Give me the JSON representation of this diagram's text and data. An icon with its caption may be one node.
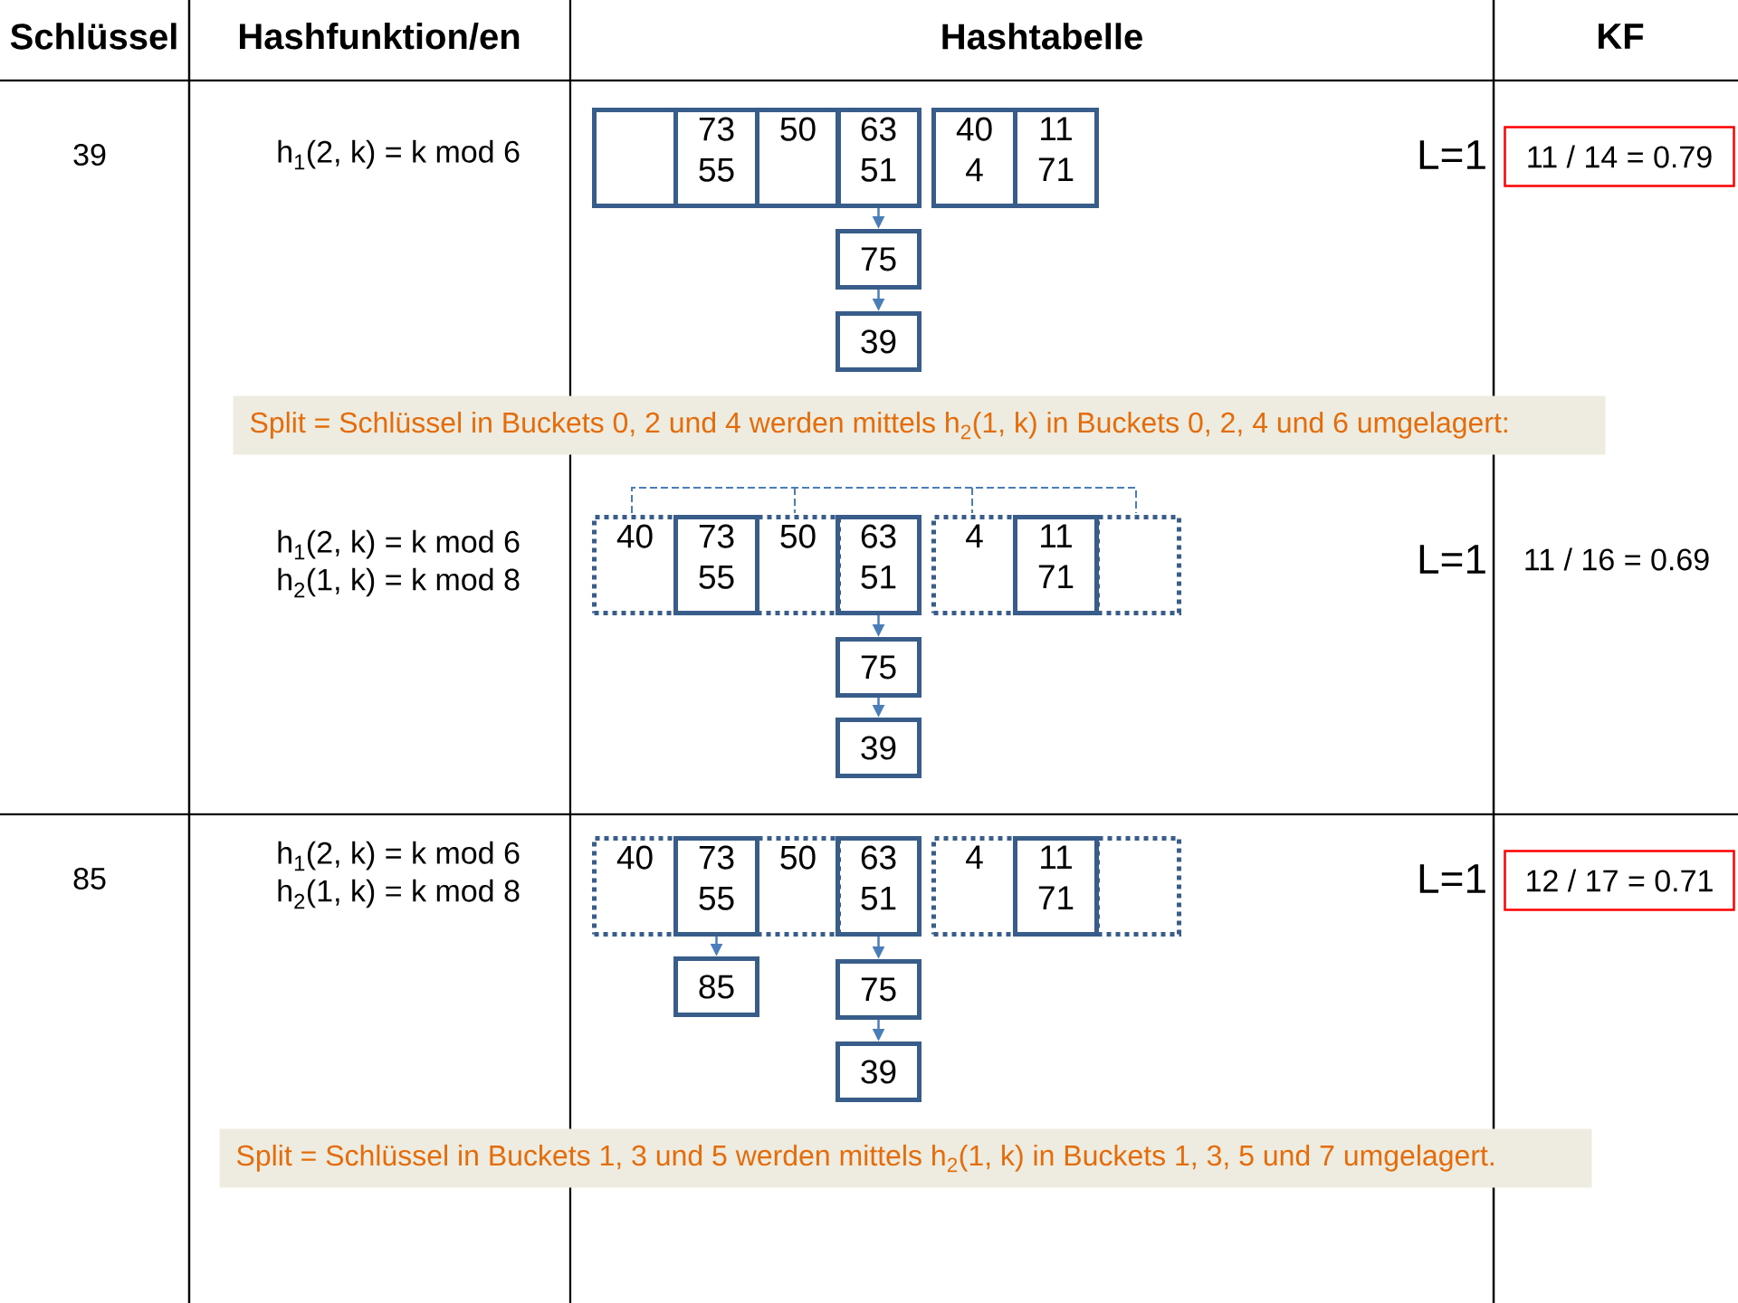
{
  "diagram": {
    "nodes": [
      {
        "text": [],
        "shape": "box"
      },
      {
        "text": [
          "73",
          "55"
        ]
      },
      {
        "text": [
          "50"
        ]
      },
      {
        "text": [
          "63",
          "51"
        ]
      },
      {
        "text": [
          "40",
          "4"
        ]
      },
      {
        "text": [
          "11",
          "71"
        ]
      },
      {
        "text": [
          "75"
        ]
      },
      {
        "text": [
          "39"
        ]
      },
      {
        "text": [
          "11 / 14 = 0.79"
        ]
      },
      {
        "text": [
          "Split = Schlüssel in Buckets 0, 2 und 4 werden mittels h$_{2}$(1, k) in Buckets 0, 2, 4 und 6 umgelagert:"
        ]
      },
      {
        "text": [
          "40"
        ]
      },
      {
        "text": [
          "73",
          "55"
        ]
      },
      {
        "text": [
          "50"
        ]
      },
      {
        "text": [
          "63",
          "51"
        ]
      },
      {
        "text": [
          "4"
        ]
      },
      {
        "text": [
          "11",
          "71"
        ]
      },
      {
        "text": [],
        "shape": "box"
      },
      {
        "text": [
          "75"
        ]
      },
      {
        "text": [
          "39"
        ]
      },
      {
        "text": [
          "40"
        ]
      },
      {
        "text": [
          "73",
          "55"
        ]
      },
      {
        "text": [
          "50"
        ]
      },
      {
        "text": [
          "63",
          "51"
        ]
      },
      {
        "text": [
          "4"
        ]
      },
      {
        "text": [
          "11",
          "71"
        ]
      },
      {
        "text": [],
        "shape": "box"
      },
      {
        "text": [
          "85"
        ]
      },
      {
        "text": [
          "75"
        ]
      },
      {
        "text": [
          "39"
        ]
      },
      {
        "text": [
          "12 / 17 = 0.71"
        ]
      },
      {
        "text": [
          "Split = Schlüssel in Buckets 1, 3 und 5 werden mittels h$_{2}$(1, k) in Buckets 1, 3, 5 und 7 umgelagert."
        ]
      }
    ],
    "edges": [
      {
        "from": 3,
        "to": 6,
        "arrow": "to"
      },
      {
        "from": 6,
        "to": 7,
        "arrow": "to"
      },
      {
        "from": 13,
        "to": 17,
        "arrow": "to"
      },
      {
        "from": 17,
        "to": 18,
        "arrow": "to"
      },
      {
        "from": 20,
        "to": 26,
        "arrow": "to"
      },
      {
        "from": 22,
        "to": 27,
        "arrow": "to"
      },
      {
        "from": 27,
        "to": 28,
        "arrow": "to"
      }
    ],
    "labels": [
      "Schlüssel",
      "Hashfunktion/en",
      "Hashtabelle",
      "KF",
      "39",
      "h$_{1}$(2, k) = k mod 6",
      "L=1",
      "h$_{1}$(2, k) = k mod 6",
      "h$_{2}$(1, k) = k mod 8",
      "L=1",
      "11 / 16 = 0.69",
      "85",
      "h$_{1}$(2, k) = k mod 6",
      "h$_{2}$(1, k) = k mod 8",
      "L=1"
    ]
  }
}
